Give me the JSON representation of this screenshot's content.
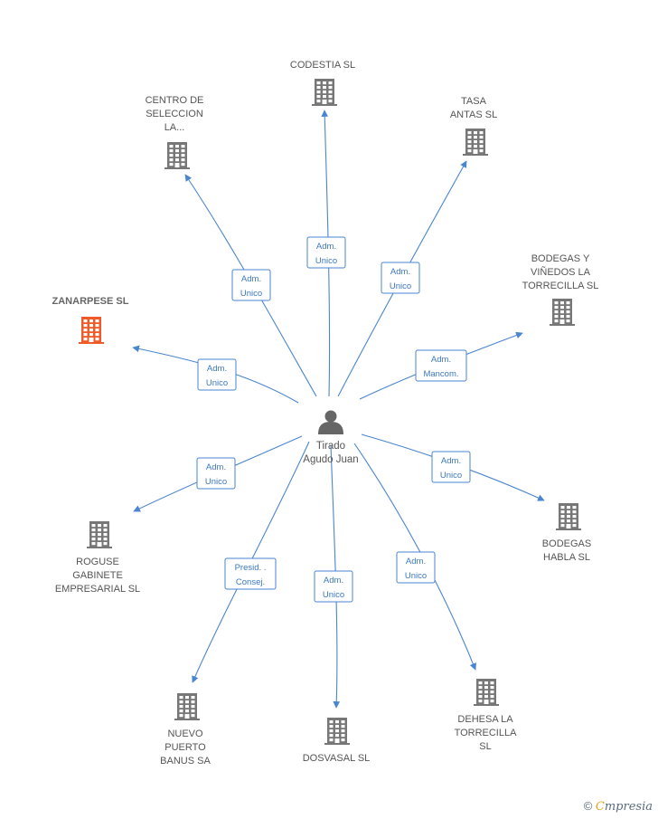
{
  "center": {
    "name_lines": [
      "Tirado",
      "Agudo Juan"
    ],
    "icon": "person-icon",
    "color": "#666666"
  },
  "colors": {
    "edge": "#4a86cf",
    "building_default": "#777777",
    "building_highlight": "#f05a28"
  },
  "companies": [
    {
      "id": "codestia",
      "lines": [
        "CODESTIA SL"
      ],
      "role": [
        "Adm.",
        "Unico"
      ],
      "icon": "building-icon",
      "highlight": false
    },
    {
      "id": "centro",
      "lines": [
        "CENTRO DE",
        "SELECCION",
        "LA..."
      ],
      "role": [
        "Adm.",
        "Unico"
      ],
      "icon": "building-icon",
      "highlight": false
    },
    {
      "id": "tasa",
      "lines": [
        "TASA",
        "ANTAS SL"
      ],
      "role": [
        "Adm.",
        "Unico"
      ],
      "icon": "building-icon",
      "highlight": false
    },
    {
      "id": "bodegas-vinedos",
      "lines": [
        "BODEGAS Y",
        "VIÑEDOS LA",
        "TORRECILLA SL"
      ],
      "role": [
        "Adm.",
        "Mancom."
      ],
      "icon": "building-icon",
      "highlight": false
    },
    {
      "id": "zanarpese",
      "lines": [
        "ZANARPESE SL"
      ],
      "role": [
        "Adm.",
        "Unico"
      ],
      "icon": "building-icon",
      "highlight": true
    },
    {
      "id": "roguse",
      "lines": [
        "ROGUSE",
        "GABINETE",
        "EMPRESARIAL SL"
      ],
      "role": [
        "Adm.",
        "Unico"
      ],
      "icon": "building-icon",
      "highlight": false
    },
    {
      "id": "bodegas-habla",
      "lines": [
        "BODEGAS",
        "HABLA SL"
      ],
      "role": [
        "Adm.",
        "Unico"
      ],
      "icon": "building-icon",
      "highlight": false
    },
    {
      "id": "nuevo-puerto",
      "lines": [
        "NUEVO",
        "PUERTO",
        "BANUS SA"
      ],
      "role": [
        "Presid. .",
        "Consej."
      ],
      "icon": "building-icon",
      "highlight": false
    },
    {
      "id": "dosvasal",
      "lines": [
        "DOSVASAL SL"
      ],
      "role": [
        "Adm.",
        "Unico"
      ],
      "icon": "building-icon",
      "highlight": false
    },
    {
      "id": "dehesa",
      "lines": [
        "DEHESA LA",
        "TORRECILLA",
        "SL"
      ],
      "role": [
        "Adm.",
        "Unico"
      ],
      "icon": "building-icon",
      "highlight": false
    }
  ],
  "watermark": {
    "symbol": "©",
    "brand_first": "C",
    "brand_rest": "mpresia"
  }
}
